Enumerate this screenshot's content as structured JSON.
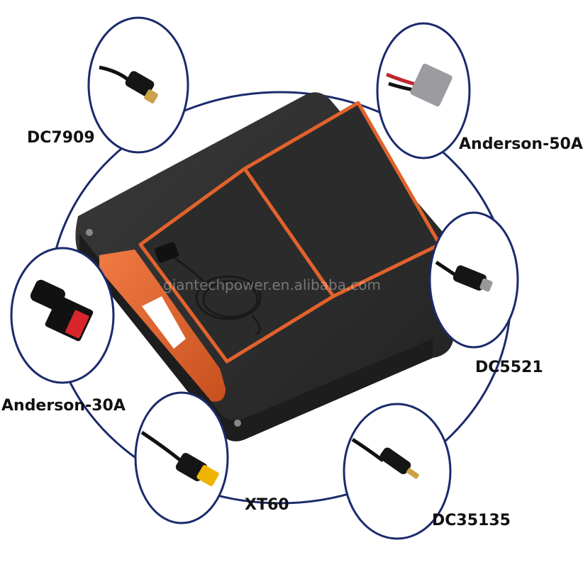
{
  "watermark": "giantechpower.en.alibaba.com",
  "connectors": [
    {
      "label": "DC7909",
      "icon": "dc7909-connector-icon"
    },
    {
      "label": "Anderson-50A",
      "icon": "anderson-50a-connector-icon"
    },
    {
      "label": "DC5521",
      "icon": "dc5521-connector-icon"
    },
    {
      "label": "DC35135",
      "icon": "dc35135-connector-icon"
    },
    {
      "label": "XT60",
      "icon": "xt60-connector-icon"
    },
    {
      "label": "Anderson-30A",
      "icon": "anderson-30a-connector-icon"
    }
  ],
  "colors": {
    "ring": "#1b2a6b",
    "panel": "#2a2a2a",
    "accent": "#e2622c",
    "text": "#111111"
  }
}
